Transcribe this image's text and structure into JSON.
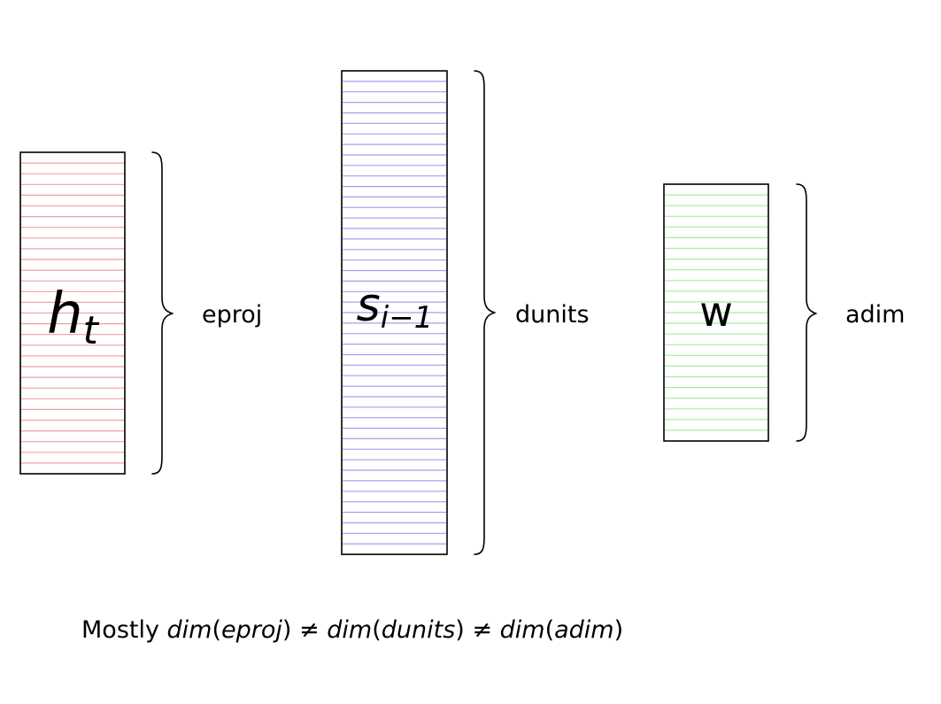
{
  "vectors": [
    {
      "id": "h",
      "label_main": "h",
      "label_sub": "t",
      "dimension": "eproj",
      "stripe_color": "#f2a0a0",
      "stripe_count": 30
    },
    {
      "id": "s",
      "label_main": "s",
      "label_sub": "i−1",
      "dimension": "dunits",
      "stripe_color": "#a0a0f0",
      "stripe_count": 46
    },
    {
      "id": "w",
      "label_main": "w",
      "label_sub": "",
      "dimension": "adim",
      "stripe_color": "#a0f0a0",
      "stripe_count": 24
    }
  ],
  "caption": {
    "prefix": "Mostly ",
    "fn1": "dim",
    "arg1": "eproj",
    "neq1": " ≠ ",
    "fn2": "dim",
    "arg2": "dunits",
    "neq2": " ≠ ",
    "fn3": "dim",
    "arg3": "adim"
  }
}
